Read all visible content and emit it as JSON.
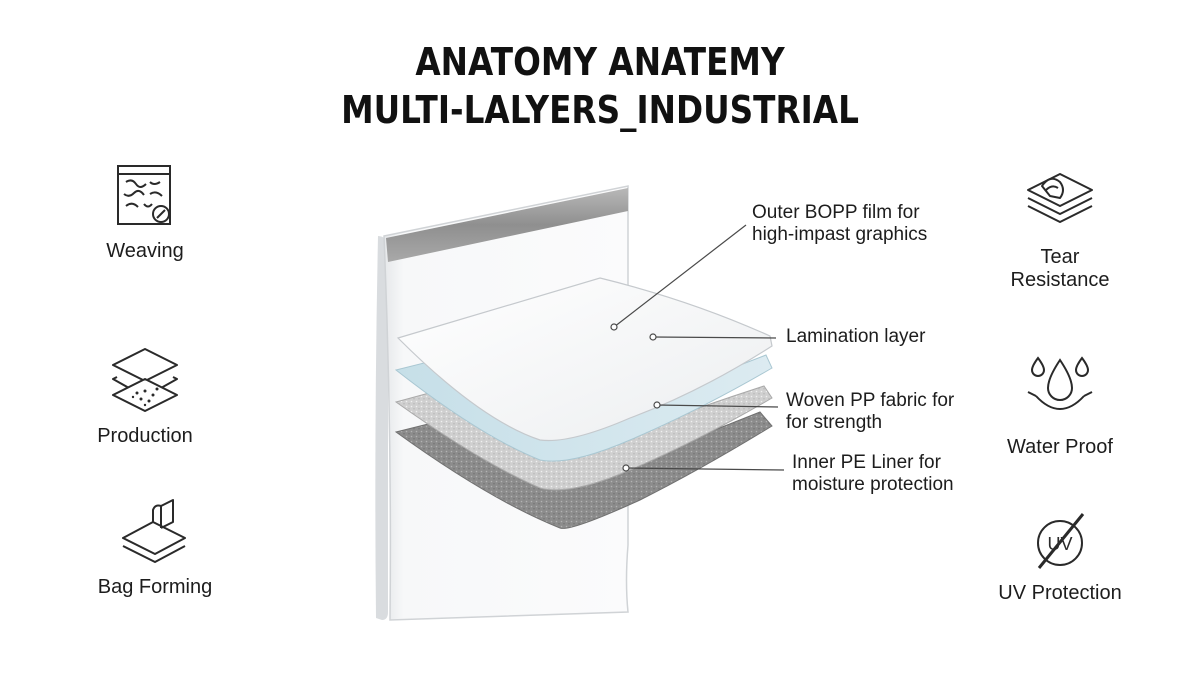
{
  "title": {
    "line1": "ANATOMY ANATEMY",
    "line2": "MULTI-LALYERS_INDUSTRIAL"
  },
  "left_features": [
    {
      "label": "Weaving",
      "icon": "fabric-swatch-icon"
    },
    {
      "label": "Production",
      "icon": "stacked-layers-icon"
    },
    {
      "label": "Bag Forming",
      "icon": "folded-sheet-icon"
    }
  ],
  "right_features": [
    {
      "label_lines": [
        "Tear",
        "Resistance"
      ],
      "icon": "torn-paper-icon"
    },
    {
      "label": "Water Proof",
      "icon": "water-drops-icon"
    },
    {
      "label": "UV Protection",
      "icon": "uv-shield-icon"
    }
  ],
  "callouts": [
    {
      "lines": [
        "Outer BOPP film for",
        "high-impast graphics"
      ]
    },
    {
      "lines": [
        "Lamination layer"
      ]
    },
    {
      "lines": [
        "Woven PP fabric for",
        "for strength"
      ]
    },
    {
      "lines": [
        "Inner PE Liner for",
        "moisture protection"
      ]
    }
  ],
  "colors": {
    "film": "#f4f5f6",
    "lamination": "#cfe4ec",
    "woven": "#c9c9c9",
    "liner": "#8a8a8a",
    "bag_top_strip": "#9a9a9a",
    "text": "#1d1d1d"
  }
}
